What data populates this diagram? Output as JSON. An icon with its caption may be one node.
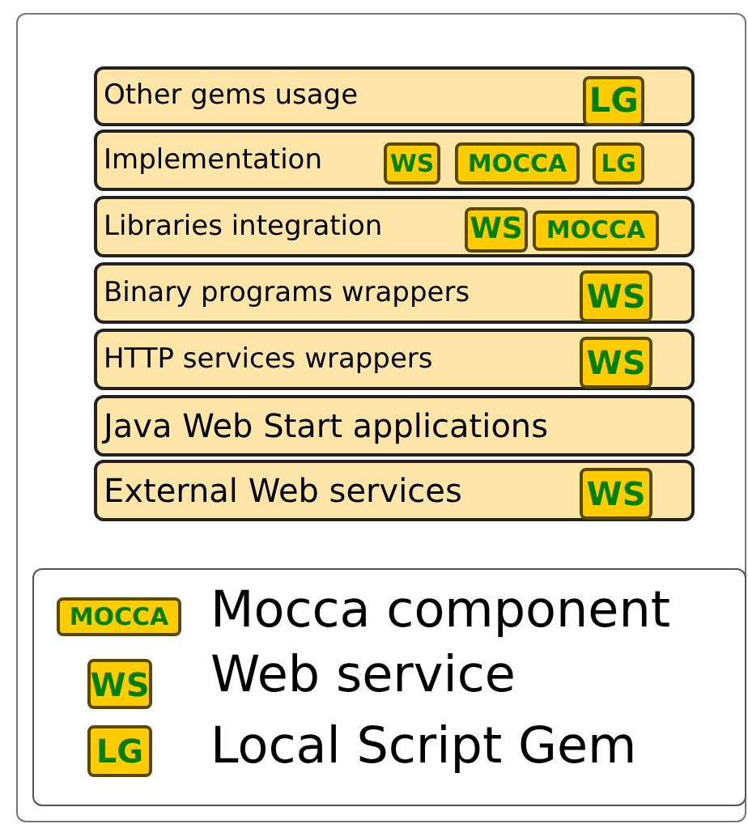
{
  "diagram": {
    "nodes": [
      {
        "text": [],
        "shape": "box"
      },
      {
        "text": [
          "Other gems usage"
        ],
        "in": 0
      },
      {
        "text": [
          "LG"
        ],
        "in": 1
      },
      {
        "text": [
          "Implementation"
        ],
        "in": 0
      },
      {
        "text": [
          "WS"
        ],
        "in": 3
      },
      {
        "text": [
          "MOCCA"
        ],
        "in": 3
      },
      {
        "text": [
          "LG"
        ],
        "in": 3
      },
      {
        "text": [
          "Libraries integration"
        ],
        "in": 0
      },
      {
        "text": [
          "WS"
        ],
        "in": 7
      },
      {
        "text": [
          "MOCCA"
        ],
        "in": 7
      },
      {
        "text": [
          "Binary programs wrappers"
        ],
        "in": 0
      },
      {
        "text": [
          "WS"
        ],
        "in": 10
      },
      {
        "text": [
          "HTTP services wrappers"
        ],
        "in": 0
      },
      {
        "text": [
          "WS"
        ],
        "in": 12
      },
      {
        "text": [
          "Java Web Start applications"
        ],
        "in": 0
      },
      {
        "text": [
          "External Web services"
        ],
        "in": 0
      },
      {
        "text": [
          "WS"
        ],
        "in": 15
      },
      {
        "text": [],
        "shape": "box",
        "in": 0
      },
      {
        "text": [
          "MOCCA"
        ],
        "in": 17
      },
      {
        "text": [
          "WS"
        ],
        "in": 17
      },
      {
        "text": [
          "LG"
        ],
        "in": 17
      }
    ],
    "edges": [],
    "legend": [
      {
        "text": "Mocca component"
      },
      {
        "text": "Web service"
      },
      {
        "text": "Local Script Gem"
      }
    ]
  }
}
